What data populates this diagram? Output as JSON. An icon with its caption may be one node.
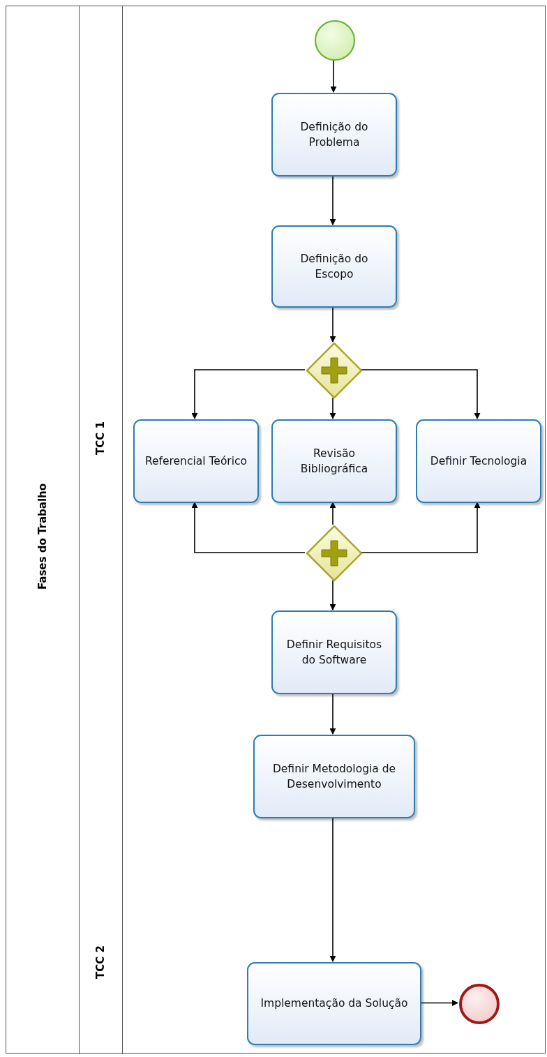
{
  "diagram": {
    "nodes": [
      {
        "text": [
          "Fases do Trabalho"
        ]
      },
      {
        "text": [
          "TCC 1"
        ],
        "in": 0
      },
      {
        "text": [
          "TCC 2"
        ],
        "in": 0
      },
      {
        "text": [],
        "shape": "circle",
        "in": 1
      },
      {
        "text": [
          "Definição do Problema"
        ],
        "in": 1
      },
      {
        "text": [
          "Definição do Escopo"
        ],
        "in": 1
      },
      {
        "text": [],
        "shape": "diamond",
        "in": 1
      },
      {
        "text": [
          "Referencial Teórico"
        ],
        "in": 1
      },
      {
        "text": [
          "Revisão Bibliográfica"
        ],
        "in": 1
      },
      {
        "text": [
          "Definir Tecnologia"
        ],
        "in": 1
      },
      {
        "text": [],
        "shape": "diamond",
        "in": 1
      },
      {
        "text": [
          "Definir Requisitos do Software"
        ],
        "in": 1
      },
      {
        "text": [
          "Definir Metodologia de Desenvolvimento"
        ],
        "in": 1
      },
      {
        "text": [
          "Implementação da Solução"
        ],
        "in": 2
      },
      {
        "text": [],
        "shape": "circle",
        "in": 2
      }
    ],
    "edges": [
      {
        "from": 3,
        "to": 4,
        "arrow": "to"
      },
      {
        "from": 4,
        "to": 5,
        "arrow": "to"
      },
      {
        "from": 5,
        "to": 6,
        "arrow": "to"
      },
      {
        "from": 6,
        "to": 7,
        "arrow": "to"
      },
      {
        "from": 6,
        "to": 8,
        "arrow": "to"
      },
      {
        "from": 6,
        "to": 9,
        "arrow": "to"
      },
      {
        "from": 10,
        "to": 7,
        "arrow": "to"
      },
      {
        "from": 10,
        "to": 8,
        "arrow": "to"
      },
      {
        "from": 10,
        "to": 9,
        "arrow": "to"
      },
      {
        "from": 10,
        "to": 11,
        "arrow": "to"
      },
      {
        "from": 11,
        "to": 12,
        "arrow": "to"
      },
      {
        "from": 12,
        "to": 13,
        "arrow": "to"
      },
      {
        "from": 13,
        "to": 14,
        "arrow": "to"
      }
    ]
  }
}
